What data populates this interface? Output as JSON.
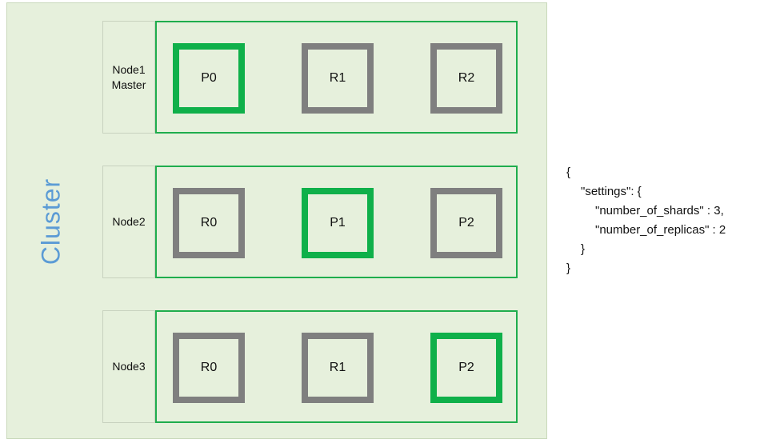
{
  "cluster": {
    "label": "Cluster"
  },
  "nodes": [
    {
      "label_lines": [
        "Node1",
        "Master"
      ],
      "shards": [
        {
          "label": "P0",
          "role": "primary"
        },
        {
          "label": "R1",
          "role": "replica"
        },
        {
          "label": "R2",
          "role": "replica"
        }
      ]
    },
    {
      "label_lines": [
        "Node2"
      ],
      "shards": [
        {
          "label": "R0",
          "role": "replica"
        },
        {
          "label": "P1",
          "role": "primary"
        },
        {
          "label": "P2",
          "role": "replica"
        }
      ]
    },
    {
      "label_lines": [
        "Node3"
      ],
      "shards": [
        {
          "label": "R0",
          "role": "replica"
        },
        {
          "label": "R1",
          "role": "replica"
        },
        {
          "label": "P2",
          "role": "primary"
        }
      ]
    }
  ],
  "settings_json": {
    "open": "{",
    "settings_line": "\"settings\": {",
    "shards_line": "\"number_of_shards\" : 3,",
    "replicas_line": "\"number_of_replicas\" : 2",
    "inner_close": "}",
    "outer_close": "}"
  },
  "colors": {
    "primary_border": "#0fb04a",
    "replica_border": "#7f7f7f",
    "cluster_bg": "#e6f0dc",
    "node_border": "#1fad4d",
    "cluster_label": "#5b9bd5"
  }
}
